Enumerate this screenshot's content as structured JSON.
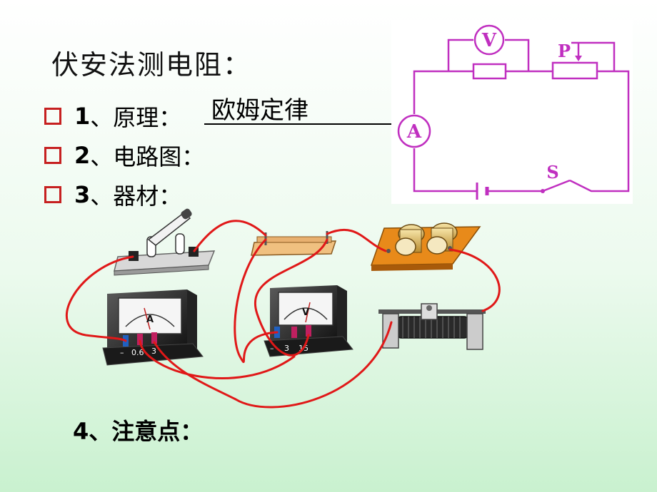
{
  "title": "伏安法测电阻：",
  "items": [
    {
      "num": "1",
      "text": "、原理：",
      "answer": "欧姆定律"
    },
    {
      "num": "2",
      "text": "、电路图："
    },
    {
      "num": "3",
      "text": "、器材："
    }
  ],
  "note": "4、注意点：",
  "circuit": {
    "voltmeter": "V",
    "ammeter": "A",
    "rheostat_label": "P",
    "switch_label": "S"
  },
  "meters": {
    "ammeter_face": "A",
    "ammeter_terminals": [
      "–",
      "0.6",
      "3"
    ],
    "voltmeter_face": "V",
    "voltmeter_terminals": [
      "–",
      "3",
      "15"
    ]
  },
  "colors": {
    "circuit_line": "#c02fc0",
    "wire": "#e01818",
    "bullet": "#c62020"
  }
}
